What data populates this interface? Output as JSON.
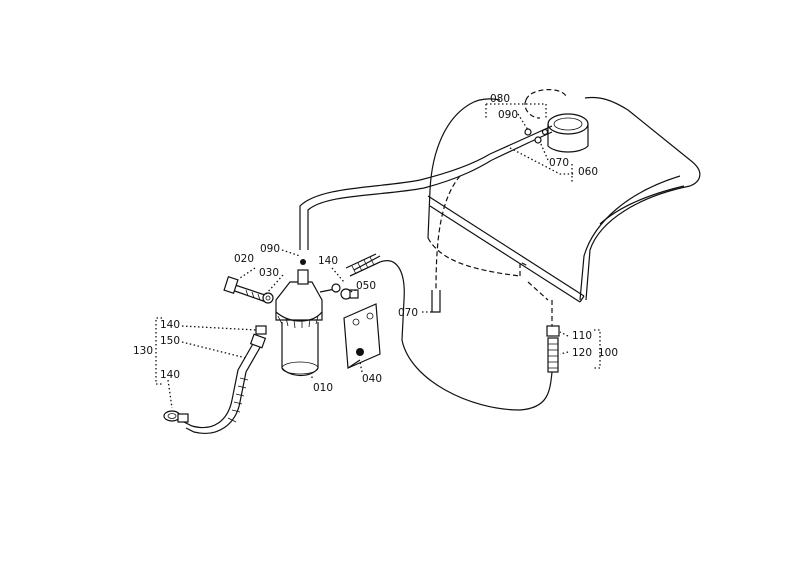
{
  "labels": {
    "p010": "010",
    "p020": "020",
    "p030": "030",
    "p040": "040",
    "p050": "050",
    "p060": "060",
    "p070_top": "070",
    "p070_left": "070",
    "p080": "080",
    "p090_top": "090",
    "p090_left": "090",
    "p100": "100",
    "p110": "110",
    "p120": "120",
    "p130": "130",
    "p140_top": "140",
    "p140_upper": "140",
    "p140_lower": "140",
    "p150": "150"
  }
}
